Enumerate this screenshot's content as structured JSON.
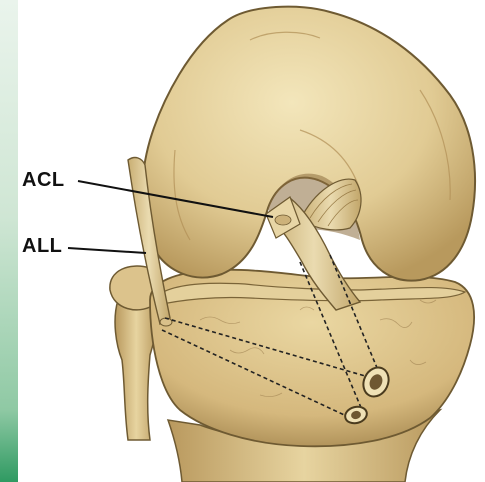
{
  "labels": {
    "acl": "ACL",
    "all": "ALL"
  },
  "colors": {
    "bone_light": "#efdfae",
    "bone_mid": "#d9c08a",
    "bone_dark": "#a98a50",
    "outline": "#6e5a32",
    "ligament": "#cbb27d",
    "leader_line": "#111111",
    "dash_line": "#222222",
    "left_bg_top": "#d6ead8",
    "left_bg_bottom": "#2f9a62"
  },
  "icons": {
    "femur": "femur-bone",
    "tibia": "tibia-bone",
    "fibula": "fibula-bone"
  }
}
